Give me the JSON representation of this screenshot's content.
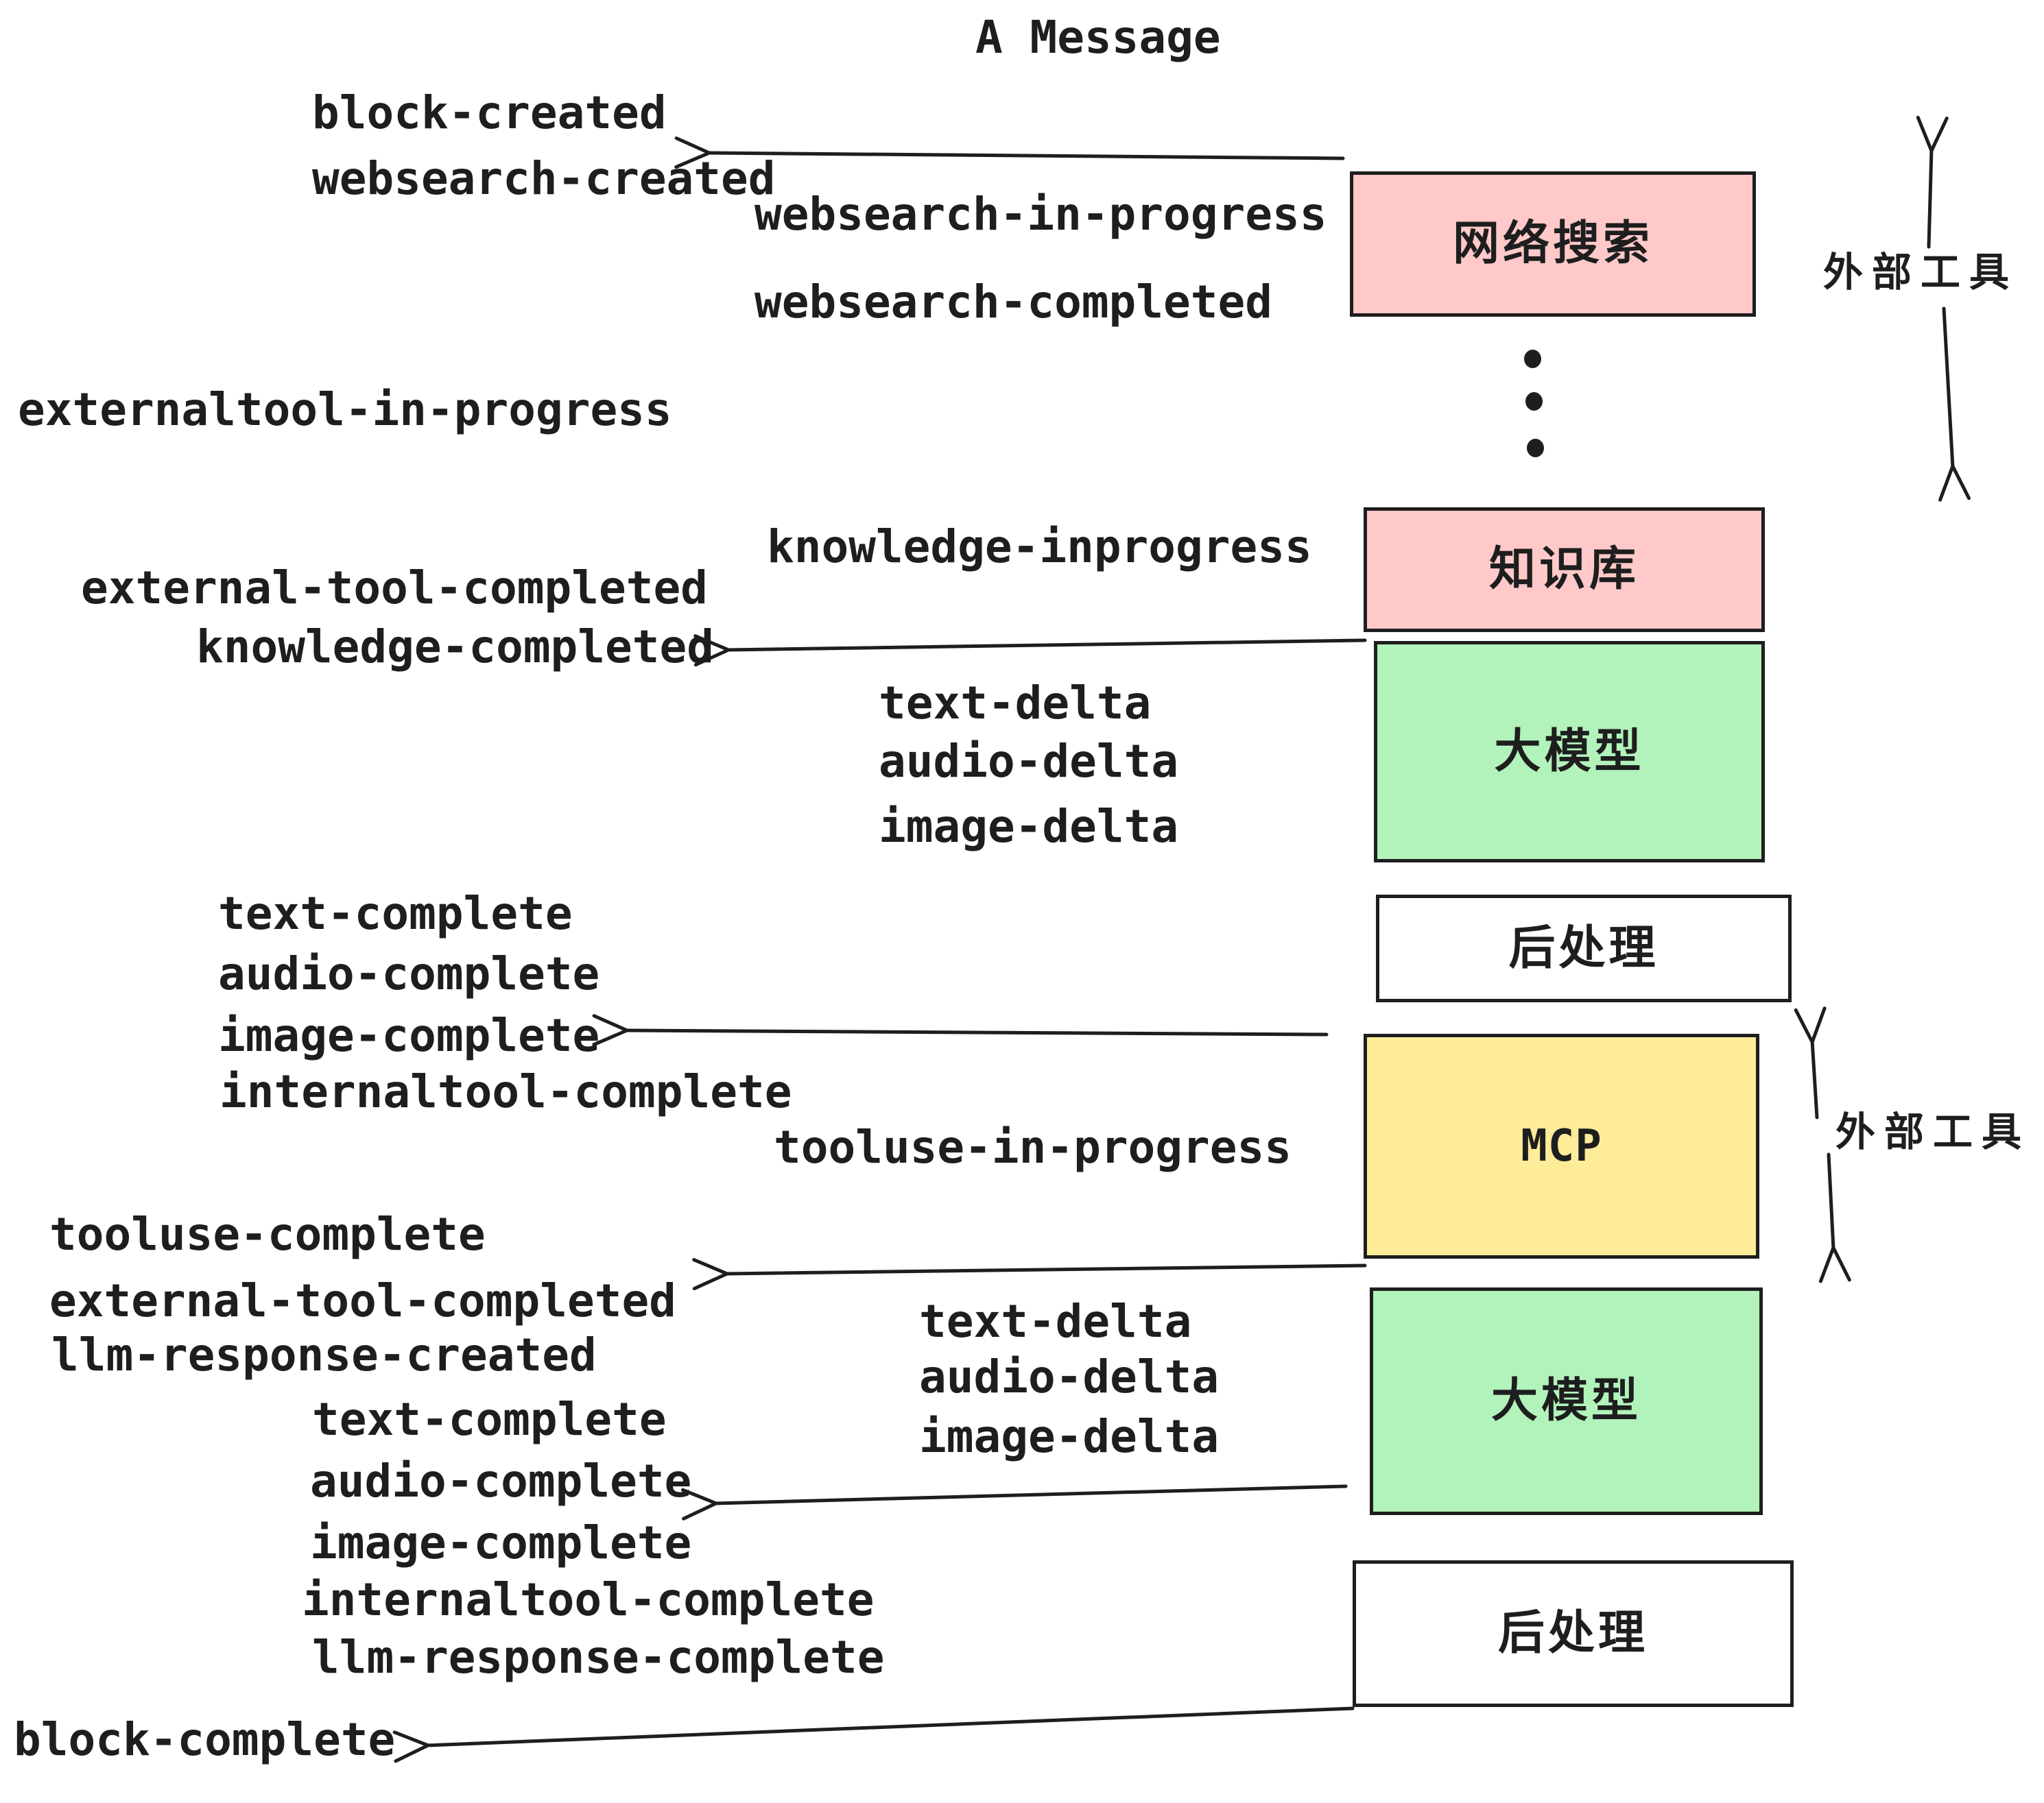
{
  "title": "A Message",
  "colors": {
    "ink": "#1E1E1E",
    "pink": "#FFC9C9",
    "green": "#B2F2BB",
    "yellow": "#FFEC99",
    "white": "#FFFFFF"
  },
  "icons": {
    "between_external_tools": "vertical-ellipsis-icon",
    "connectors": "left-arrow-icon",
    "ranges": "up-down-arrow-icon"
  },
  "boxes": [
    {
      "id": "websearch",
      "label": "网络搜索",
      "fill": "#FFC9C9"
    },
    {
      "id": "knowledge",
      "label": "知识库",
      "fill": "#FFC9C9"
    },
    {
      "id": "llm1",
      "label": "大模型",
      "fill": "#B2F2BB"
    },
    {
      "id": "post1",
      "label": "后处理",
      "fill": "#FFFFFF"
    },
    {
      "id": "mcp",
      "label": "MCP",
      "fill": "#FFEC99"
    },
    {
      "id": "llm2",
      "label": "大模型",
      "fill": "#B2F2BB"
    },
    {
      "id": "post2",
      "label": "后处理",
      "fill": "#FFFFFF"
    }
  ],
  "side_labels": [
    {
      "text": "外部工具"
    },
    {
      "text": "外部工具"
    }
  ],
  "events": [
    {
      "text": "block-created"
    },
    {
      "text": "websearch-created"
    },
    {
      "text": "websearch-in-progress"
    },
    {
      "text": "websearch-completed"
    },
    {
      "text": "externaltool-in-progress"
    },
    {
      "text": "knowledge-inprogress"
    },
    {
      "text": "external-tool-completed"
    },
    {
      "text": "knowledge-completed"
    },
    {
      "text": "text-delta"
    },
    {
      "text": "audio-delta"
    },
    {
      "text": "image-delta"
    },
    {
      "text": "text-complete"
    },
    {
      "text": "audio-complete"
    },
    {
      "text": "image-complete"
    },
    {
      "text": "internaltool-complete"
    },
    {
      "text": "tooluse-in-progress"
    },
    {
      "text": "tooluse-complete"
    },
    {
      "text": "external-tool-completed"
    },
    {
      "text": "llm-response-created"
    },
    {
      "text": "text-complete"
    },
    {
      "text": "text-delta"
    },
    {
      "text": "audio-delta"
    },
    {
      "text": "image-delta"
    },
    {
      "text": "audio-complete"
    },
    {
      "text": "image-complete"
    },
    {
      "text": "internaltool-complete"
    },
    {
      "text": "llm-response-complete"
    },
    {
      "text": "block-complete"
    }
  ]
}
